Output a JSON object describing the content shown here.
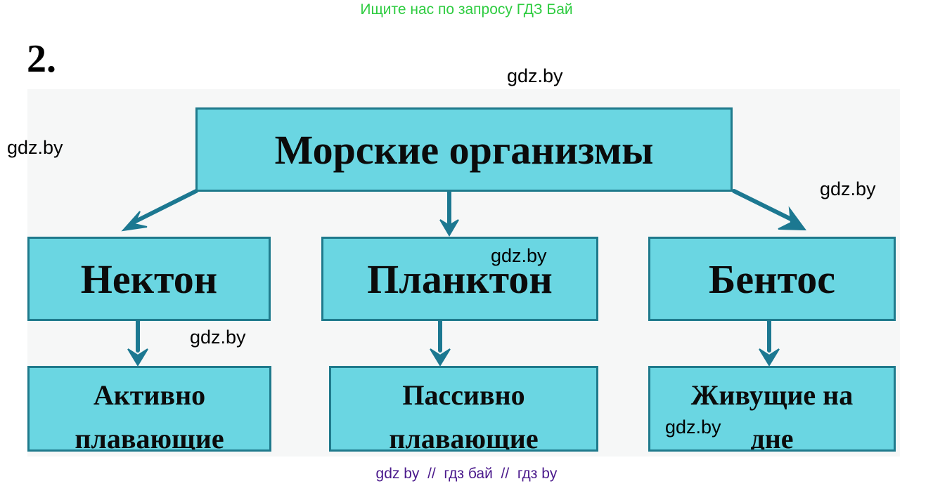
{
  "banner": {
    "text": "Ищите нас по запросу ГДЗ Бай",
    "color": "#2ecc40"
  },
  "task": {
    "number": "2."
  },
  "diagram": {
    "colors": {
      "box_fill": "#6ad6e2",
      "box_border": "#1f7a8c",
      "arrow": "#1c7891"
    },
    "root": {
      "label": "Морские организмы"
    },
    "categories": [
      {
        "label": "Нектон",
        "description_lines": [
          "Активно",
          "плавающие"
        ]
      },
      {
        "label": "Планктон",
        "description_lines": [
          "Пассивно",
          "плавающие"
        ]
      },
      {
        "label": "Бентос",
        "description_lines": [
          "Живущие на",
          "дне"
        ]
      }
    ]
  },
  "watermarks": [
    "gdz.by",
    "gdz.by",
    "gdz.by",
    "gdz.by",
    "gdz.by",
    "gdz.by"
  ],
  "footer": {
    "text": "gdz by  //  гдз бай  //  гдз by",
    "color": "#4b1a8c"
  }
}
